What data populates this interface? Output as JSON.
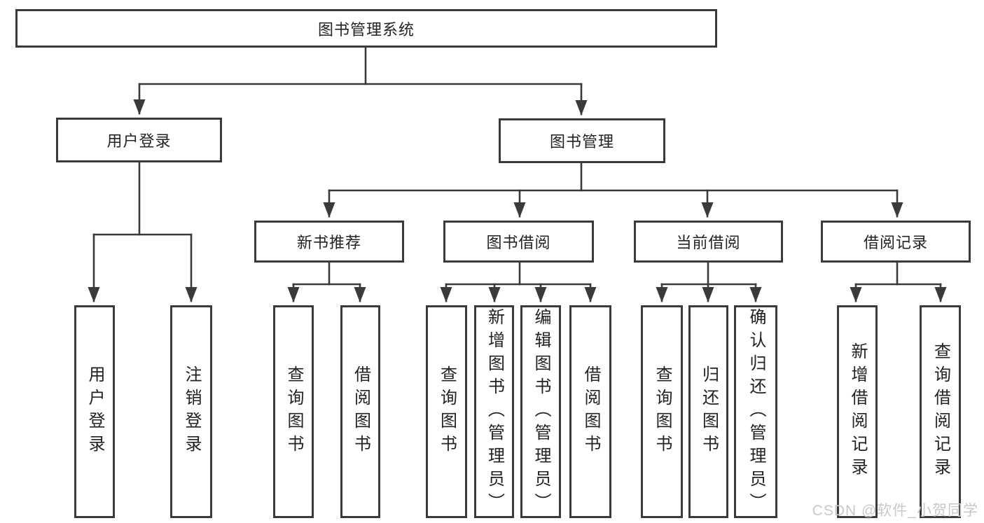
{
  "root": {
    "label": "图书管理系统"
  },
  "level2": {
    "login": {
      "label": "用户登录"
    },
    "management": {
      "label": "图书管理"
    }
  },
  "level3": {
    "new_books": {
      "label": "新书推荐"
    },
    "borrowing": {
      "label": "图书借阅"
    },
    "current": {
      "label": "当前借阅"
    },
    "records": {
      "label": "借阅记录"
    }
  },
  "leaves": {
    "login_user": {
      "label": "用户登录"
    },
    "login_logout": {
      "label": "注销登录"
    },
    "new_query": {
      "label": "查询图书"
    },
    "new_borrow": {
      "label": "借阅图书"
    },
    "borrow_query": {
      "label": "查询图书"
    },
    "borrow_add": {
      "label": "新增图书（管理员）"
    },
    "borrow_edit": {
      "label": "编辑图书（管理员）"
    },
    "borrow_lend": {
      "label": "借阅图书"
    },
    "current_query": {
      "label": "查询图书"
    },
    "current_return": {
      "label": "归还图书"
    },
    "current_confirm": {
      "label": "确认归还（管理员）"
    },
    "records_add": {
      "label": "新增借阅记录"
    },
    "records_query": {
      "label": "查询借阅记录"
    }
  },
  "watermark": "CSDN @软件_小贺同学",
  "colors": {
    "line": "#3a3a3a",
    "text": "#222222",
    "background": "#ffffff",
    "watermark": "#c9c9c9"
  }
}
